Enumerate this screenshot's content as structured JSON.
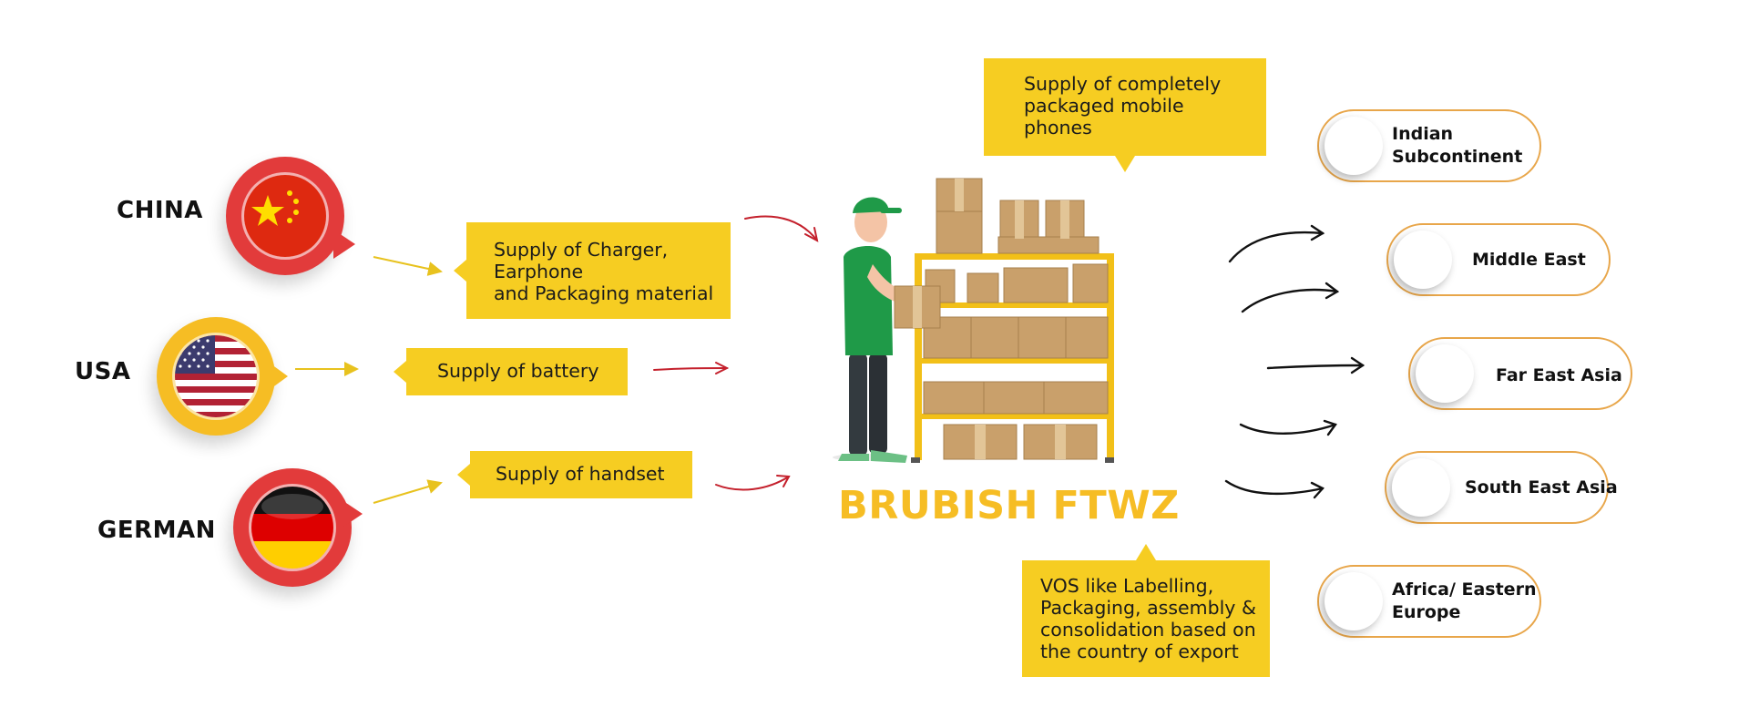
{
  "countries": [
    {
      "name": "CHINA",
      "icon": "china-flag-icon"
    },
    {
      "name": "USA",
      "icon": "usa-flag-icon"
    },
    {
      "name": "GERMAN",
      "icon": "germany-flag-icon"
    }
  ],
  "supplies": {
    "charger": [
      "Supply of Charger,",
      "Earphone",
      "and Packaging material"
    ],
    "battery": [
      "Supply of battery"
    ],
    "handset": [
      "Supply of handset"
    ],
    "packaged": [
      "Supply of completely",
      "packaged mobile",
      "phones"
    ],
    "vos": [
      "VOS like Labelling,",
      "Packaging, assembly &",
      "consolidation based on",
      "the country of export"
    ]
  },
  "hub": {
    "title": "BRUBISH FTWZ",
    "icon": "warehouse-worker-illustration"
  },
  "destinations": [
    {
      "lines": [
        "Indian",
        "Subcontinent"
      ]
    },
    {
      "lines": [
        "Middle East"
      ]
    },
    {
      "lines": [
        "Far East Asia"
      ]
    },
    {
      "lines": [
        "South East Asia"
      ]
    },
    {
      "lines": [
        "Africa/ Eastern",
        "Europe"
      ]
    }
  ],
  "colors": {
    "callout_yellow": "#f6cd22",
    "china_ring": "#e23b3b",
    "usa_ring": "#f6bd24",
    "germany_ring": "#e23b3b",
    "hub_title": "#f6bd24",
    "pill_border": "#e8a64a",
    "source_arrow": "#c4202c",
    "connector": "#e8c21e",
    "destination_arrow": "#111111"
  }
}
